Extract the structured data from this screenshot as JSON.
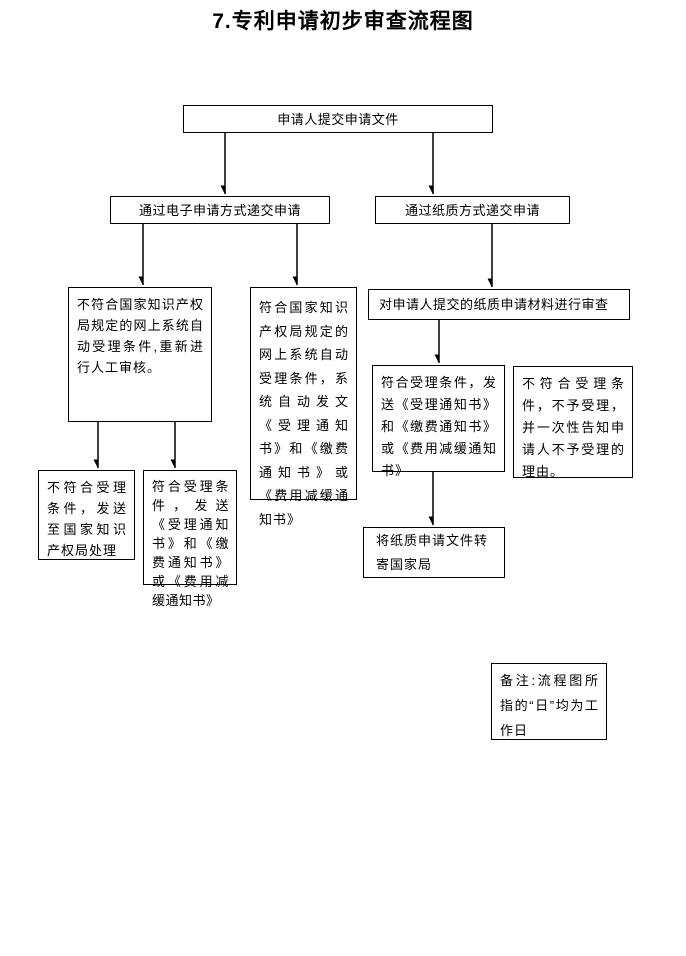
{
  "page": {
    "title": "7.专利申请初步审查流程图"
  },
  "nodes": {
    "submit": {
      "label": "申请人提交申请文件"
    },
    "electronic": {
      "label": "通过电子申请方式递交申请"
    },
    "paper": {
      "label": "通过纸质方式递交申请"
    },
    "e_fail_auto": {
      "label": "不符合国家知识产权局规定的网上系统自动受理条件,重新进行人工审核。"
    },
    "e_pass_auto": {
      "label": "符合国家知识产权局规定的网上系统自动受理条件，系统自动发文《受理通知书》和《缴费通知书》或《费用减缓通知书》"
    },
    "paper_review": {
      "label": "对申请人提交的纸质申请材料进行审查"
    },
    "manual_fail": {
      "label": "不符合受理条件，发送至国家知识产权局处理"
    },
    "manual_pass": {
      "label": "符合受理条件，发送《受理通知书》和《缴费通知书》或《费用减缓通知书》"
    },
    "paper_pass": {
      "label": "符合受理条件，发送《受理通知书》和《缴费通知书》或《费用减缓通知书》"
    },
    "paper_fail": {
      "label": "不符合受理条件，不予受理，并一次性告知申请人不予受理的理由。"
    },
    "forward": {
      "label": "将纸质申请文件转寄国家局"
    },
    "note": {
      "label": "备注:流程图所指的“日”均为工作日"
    }
  }
}
